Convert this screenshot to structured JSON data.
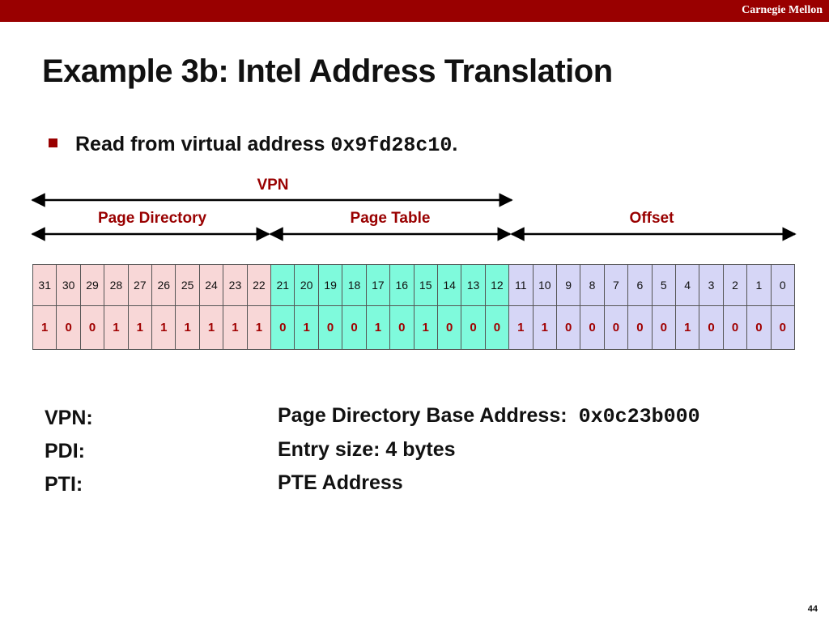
{
  "header": {
    "brand": "Carnegie Mellon"
  },
  "slide": {
    "title": "Example 3b: Intel Address Translation",
    "bullet_prefix": "Read from virtual address ",
    "bullet_address": "0x9fd28c10",
    "bullet_suffix": "."
  },
  "ranges": {
    "vpn": "VPN",
    "page_directory": "Page Directory",
    "page_table": "Page Table",
    "offset": "Offset"
  },
  "bits": {
    "positions": [
      "31",
      "30",
      "29",
      "28",
      "27",
      "26",
      "25",
      "24",
      "23",
      "22",
      "21",
      "20",
      "19",
      "18",
      "17",
      "16",
      "15",
      "14",
      "13",
      "12",
      "11",
      "10",
      "9",
      "8",
      "7",
      "6",
      "5",
      "4",
      "3",
      "2",
      "1",
      "0"
    ],
    "values": [
      "1",
      "0",
      "0",
      "1",
      "1",
      "1",
      "1",
      "1",
      "1",
      "1",
      "0",
      "1",
      "0",
      "0",
      "1",
      "0",
      "1",
      "0",
      "0",
      "0",
      "1",
      "1",
      "0",
      "0",
      "0",
      "0",
      "0",
      "1",
      "0",
      "0",
      "0",
      "0"
    ]
  },
  "labels": {
    "vpn": "VPN:",
    "pdi": "PDI:",
    "pti": "PTI:"
  },
  "info": {
    "pdba_label": "Page Directory Base Address:",
    "pdba_value": "0x0c23b000",
    "entry_size": "Entry size: 4 bytes",
    "pte_address": "PTE Address"
  },
  "footer": {
    "page_number": "44"
  },
  "colors": {
    "accent": "#990000",
    "page_directory_bg": "#f8d7d7",
    "page_table_bg": "#7ffadc",
    "offset_bg": "#d6d6f6"
  }
}
